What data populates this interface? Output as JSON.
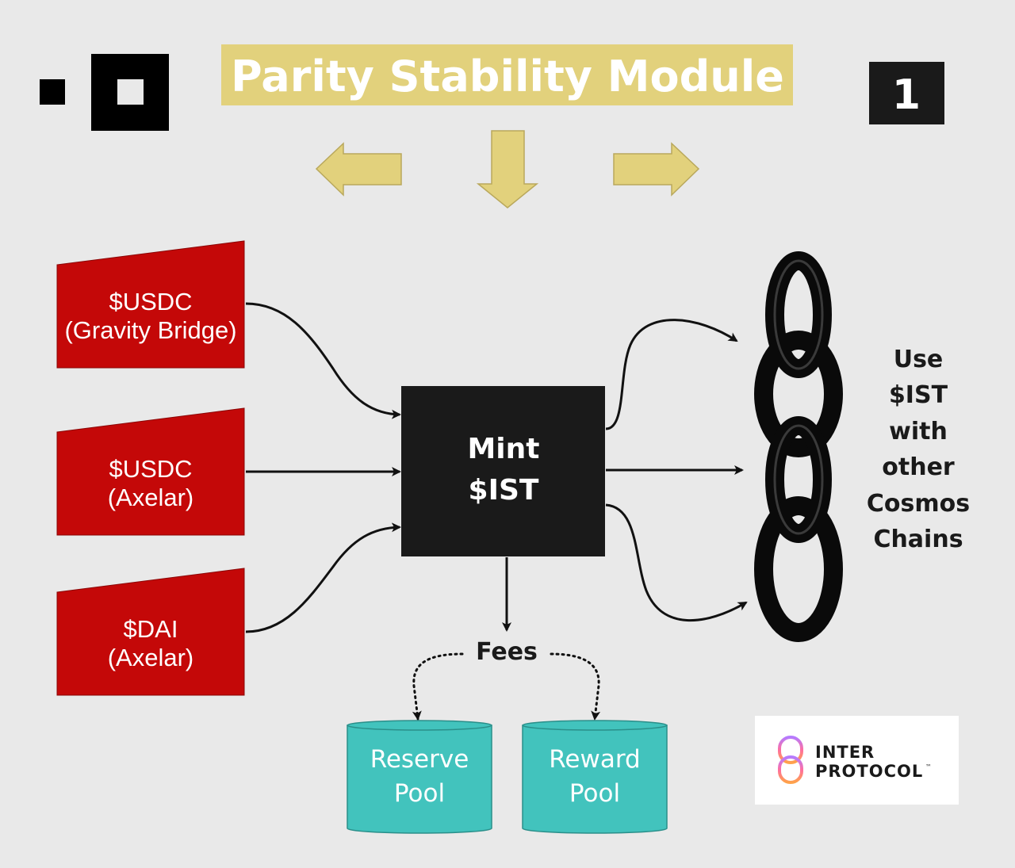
{
  "title": "Parity Stability Module",
  "badge": "1",
  "sources": [
    {
      "line1": "$USDC",
      "line2": "(Gravity Bridge)"
    },
    {
      "line1": "$USDC",
      "line2": "(Axelar)"
    },
    {
      "line1": "$DAI",
      "line2": "(Axelar)"
    }
  ],
  "mint": {
    "line1": "Mint",
    "line2": "$IST"
  },
  "fees": "Fees",
  "pools": [
    {
      "line1": "Reserve",
      "line2": "Pool"
    },
    {
      "line1": "Reward",
      "line2": "Pool"
    }
  ],
  "use_text": [
    "Use",
    "$IST",
    "with",
    "other",
    "Cosmos",
    "Chains"
  ],
  "logo": {
    "line1": "INTER",
    "line2": "PROTOCOL",
    "tm": "™"
  },
  "colors": {
    "background": "#e9e9e9",
    "title_bar": "#e2d17c",
    "arrow_fill": "#e2d17c",
    "source_red": "#c40808",
    "mint_black": "#1a1a1a",
    "pool_teal": "#42c3bd"
  }
}
